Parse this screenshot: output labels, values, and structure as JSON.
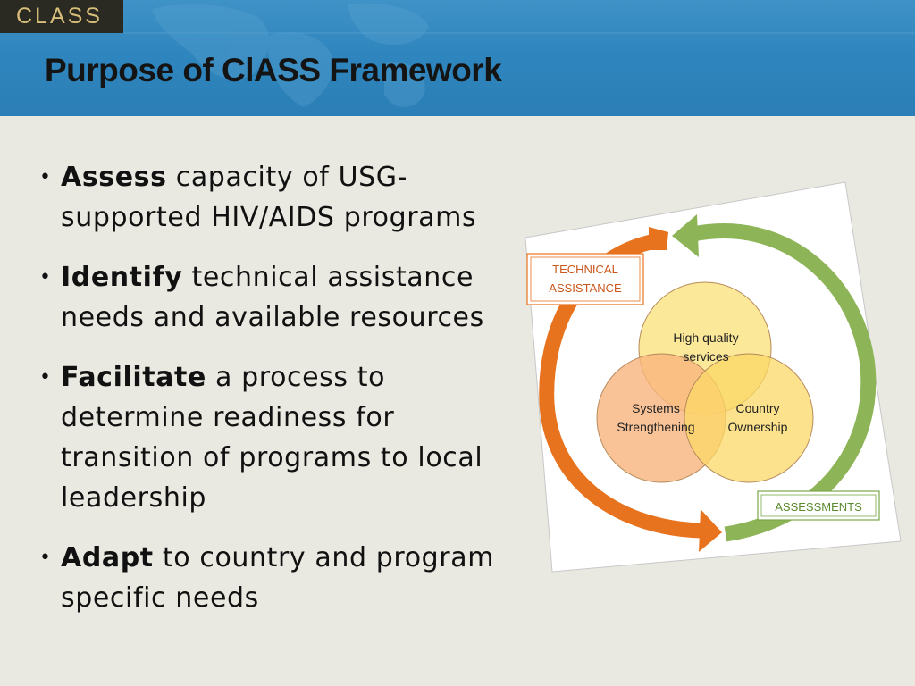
{
  "header": {
    "logo": "CLASS",
    "title": "Purpose of ClASS Framework"
  },
  "bullets": [
    {
      "keyword": "Assess",
      "text": " capacity of USG-supported HIV/AIDS programs"
    },
    {
      "keyword": "Identify",
      "text": " technical assistance needs and available resources"
    },
    {
      "keyword": "Facilitate",
      "text": " a process to determine readiness for transition of programs to local leadership"
    },
    {
      "keyword": "Adapt",
      "text": " to country and program specific needs"
    }
  ],
  "diagram": {
    "technical_assistance_line1": "TECHNICAL",
    "technical_assistance_line2": "ASSISTANCE",
    "assessments": "ASSESSMENTS",
    "circle_top_line1": "High quality",
    "circle_top_line2": "services",
    "circle_left_line1": "Systems",
    "circle_left_line2": "Strengthening",
    "circle_right_line1": "Country",
    "circle_right_line2": "Ownership",
    "colors": {
      "orange_arrow": "#e8731e",
      "green_arrow": "#8db456",
      "circle_top": "#fbe487",
      "circle_left": "#f7b47d",
      "circle_right": "#fbd865",
      "circle_stroke": "#b58a5a"
    }
  }
}
